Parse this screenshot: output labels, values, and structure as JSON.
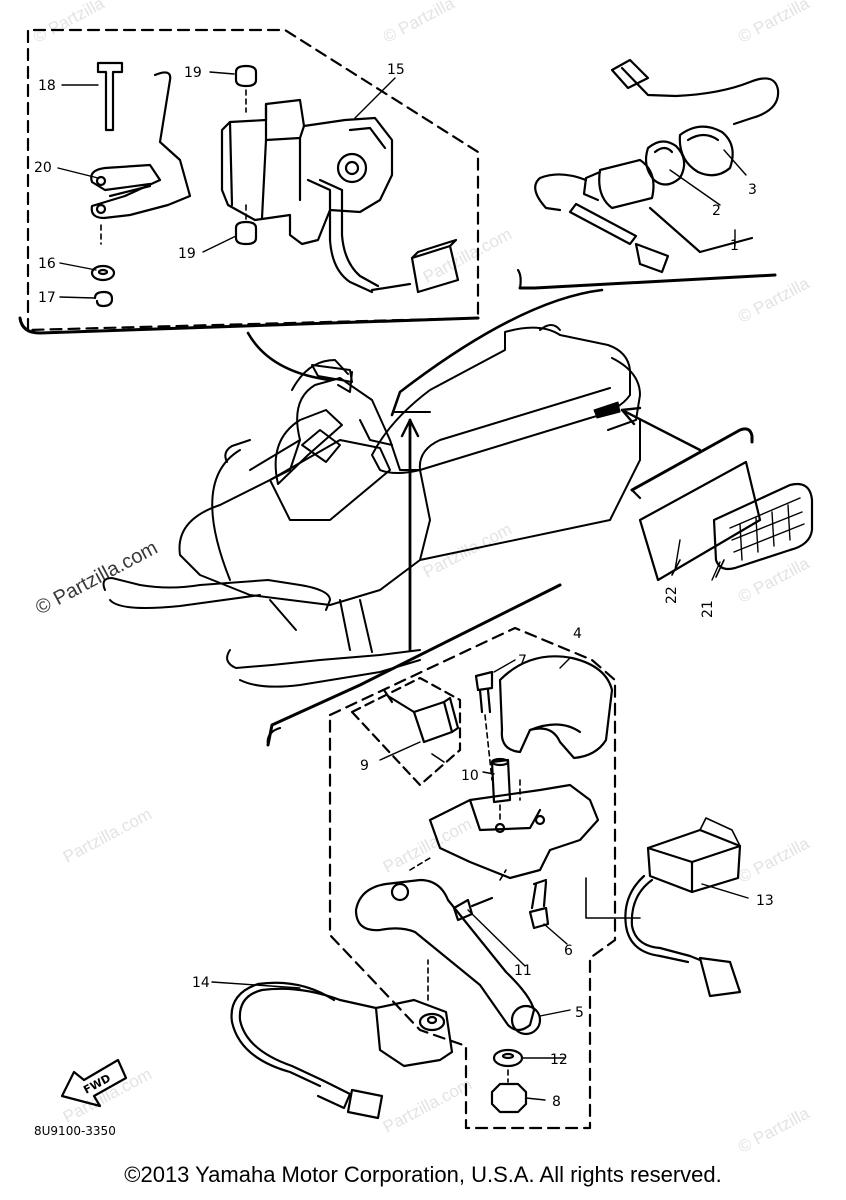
{
  "watermarks": {
    "corner_text": "© Partzilla",
    "diagonal_text": "Partzilla.com",
    "primary_text": "© Partzilla.com"
  },
  "callouts": [
    "1",
    "2",
    "3",
    "4",
    "5",
    "6",
    "7",
    "8",
    "9",
    "10",
    "11",
    "12",
    "13",
    "14",
    "15",
    "16",
    "17",
    "18",
    "19",
    "19",
    "20",
    "21",
    "22"
  ],
  "fwd_label": "FWD",
  "diagram_code": "8U9100-3350",
  "copyright": "©2013 Yamaha Motor Corporation, U.S.A. All rights reserved."
}
